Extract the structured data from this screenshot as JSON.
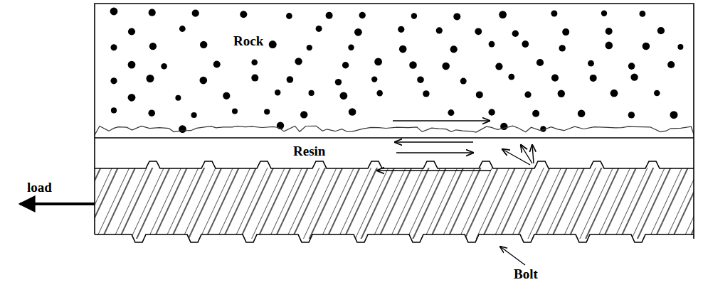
{
  "diagram": {
    "labels": [
      "Rock",
      "Resin",
      "load",
      "Bolt"
    ]
  }
}
